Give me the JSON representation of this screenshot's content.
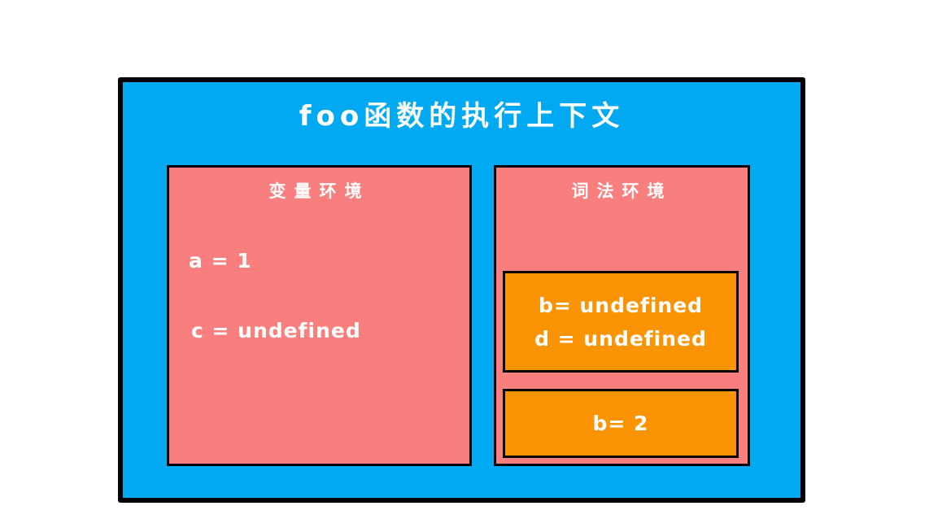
{
  "diagram": {
    "title": "foo函数的执行上下文",
    "variable_env": {
      "title": "变量环境",
      "entries": [
        "a = 1",
        "c = undefined"
      ]
    },
    "lexical_env": {
      "title": "词法环境",
      "blocks": [
        {
          "lines": [
            "b= undefined",
            "d = undefined"
          ]
        },
        {
          "lines": [
            "b= 2"
          ]
        }
      ]
    },
    "colors": {
      "context_bg": "#00a9f2",
      "environment_bg": "#f97f7f",
      "record_bg": "#fb9402",
      "border": "#000000",
      "text": "#ffffff"
    }
  }
}
